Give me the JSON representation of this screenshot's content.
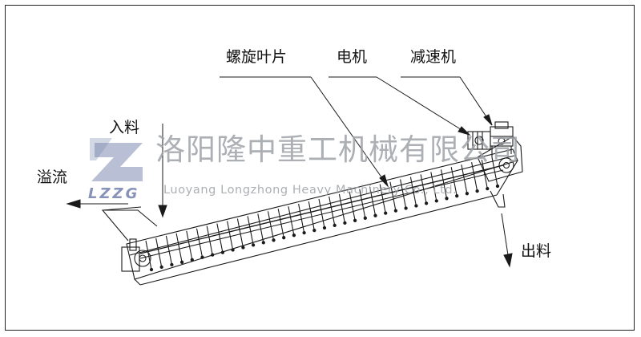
{
  "labels": {
    "blade": "螺旋叶片",
    "motor": "电机",
    "reducer": "减速机",
    "feed": "入料",
    "overflow": "溢流",
    "discharge": "出料"
  },
  "watermark": {
    "company_cn": "洛阳隆中重工机械有限公司",
    "company_en": "Luoyang Longzhong Heavy Machinery Co., Ltd.",
    "logo_text": "LZZG",
    "logo_color": "#7f8bb3",
    "text_color": "#9ea2a6"
  },
  "colors": {
    "line": "#1a1a1a",
    "background": "#ffffff"
  }
}
